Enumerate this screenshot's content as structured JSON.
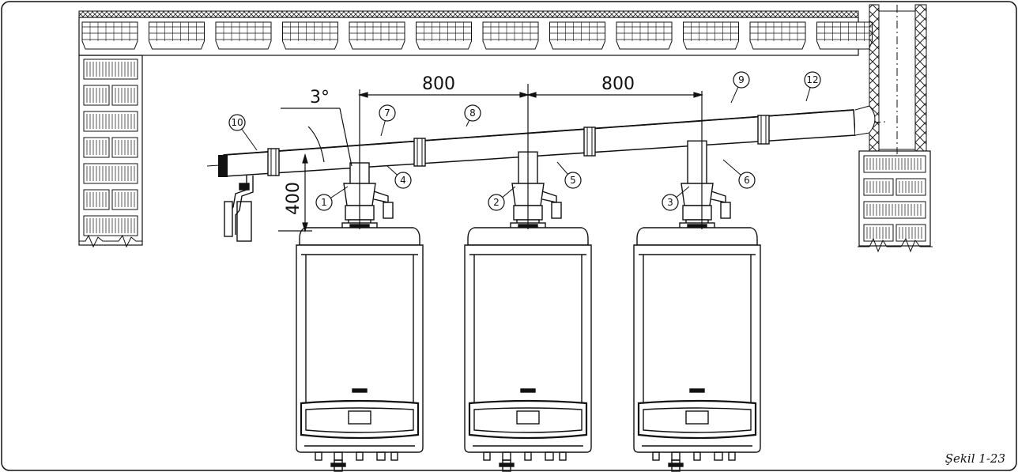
{
  "dimensions": {
    "spacing_left": "800",
    "spacing_right": "800",
    "height": "400",
    "slope": "3°"
  },
  "callouts": [
    "1",
    "2",
    "3",
    "4",
    "5",
    "6",
    "7",
    "8",
    "9",
    "10",
    "12"
  ],
  "caption": "Şekil 1-23",
  "colors": {
    "line": "#111111",
    "background": "#ffffff"
  }
}
